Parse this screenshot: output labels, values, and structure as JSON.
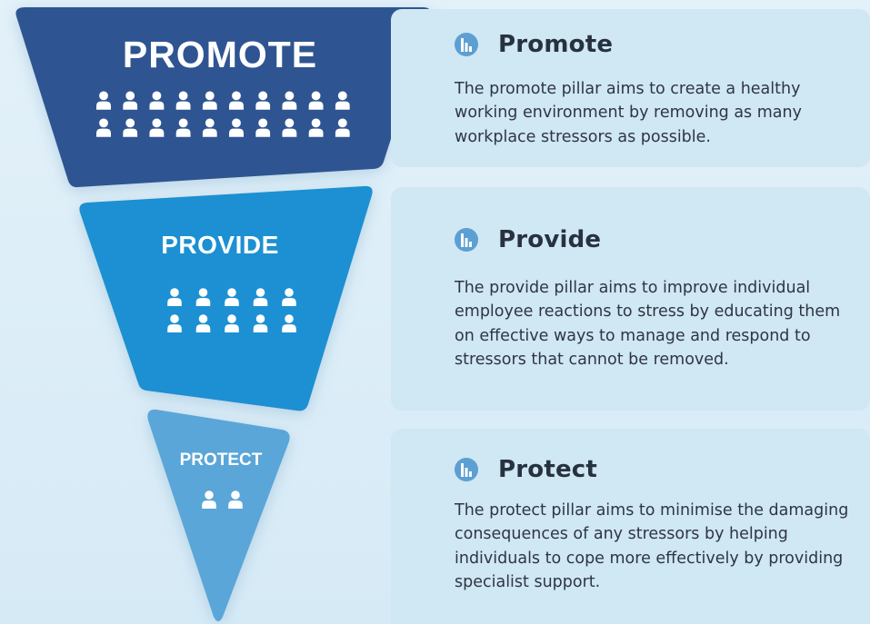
{
  "pillars": [
    {
      "key": "promote",
      "funnel_label": "PROMOTE",
      "people_count": 20,
      "title": "Promote",
      "description": "The promote pillar aims to create a healthy working environment by removing as many workplace stressors as possible.",
      "color": "#2d5591"
    },
    {
      "key": "provide",
      "funnel_label": "PROVIDE",
      "people_count": 10,
      "title": "Provide",
      "description": "The provide pillar aims to improve individual employee reactions to stress by educating them on effective ways to manage and respond to stressors that cannot be removed.",
      "color": "#1e90d2"
    },
    {
      "key": "protect",
      "funnel_label": "PROTECT",
      "people_count": 2,
      "title": "Protect",
      "description": "The protect pillar aims to minimise the damaging consequences of any stressors by helping individuals to cope more effectively by providing specialist support.",
      "color": "#5aa6d8"
    }
  ],
  "icons": {
    "card_icon": "bar-chart-circle-icon",
    "person_icon": "person-icon"
  },
  "colors": {
    "card_bg": "#d0e7f4",
    "icon_blue": "#5c9fd3",
    "text_dark": "#28323f"
  }
}
